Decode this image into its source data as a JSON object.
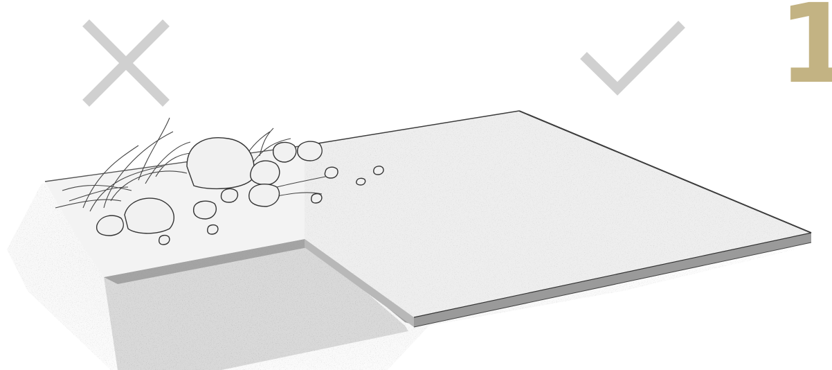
{
  "step": {
    "number": "1",
    "color": "#c3b383"
  },
  "markers": {
    "wrong": {
      "icon": "cross-icon",
      "color": "#d0d0d0"
    },
    "right": {
      "icon": "checkmark-icon",
      "color": "#d0d0d0"
    }
  },
  "illustration": {
    "items": [
      "weeds-and-rocks",
      "dug-area",
      "levelled-sand-bed"
    ]
  }
}
